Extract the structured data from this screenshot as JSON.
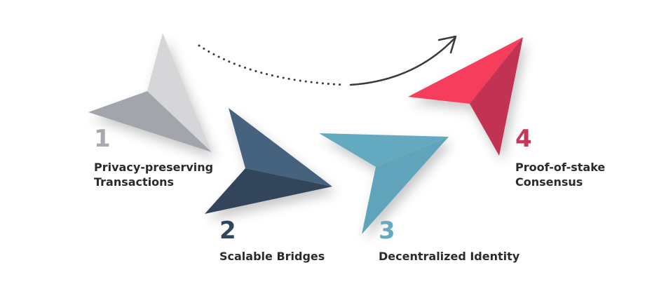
{
  "steps": [
    {
      "number": "1",
      "label": "Privacy-preserving\nTransactions",
      "color_light": "#d6d6d8",
      "color_dark": "#a3a5ad",
      "number_color": "#a7a9b1"
    },
    {
      "number": "2",
      "label": "Scalable Bridges",
      "color_light": "#44627e",
      "color_dark": "#33455a",
      "number_color": "#2f465c"
    },
    {
      "number": "3",
      "label": "Decentralized Identity",
      "color_light": "#64a9bf",
      "color_dark": "#5fa4ba",
      "number_color": "#66aac0"
    },
    {
      "number": "4",
      "label": "Proof-of-stake\nConsensus",
      "color_light": "#f73c5c",
      "color_dark": "#c23053",
      "number_color": "#c5385a"
    }
  ],
  "connector": {
    "style": "dotted-curved-arrow",
    "color": "#3a3a3a"
  }
}
